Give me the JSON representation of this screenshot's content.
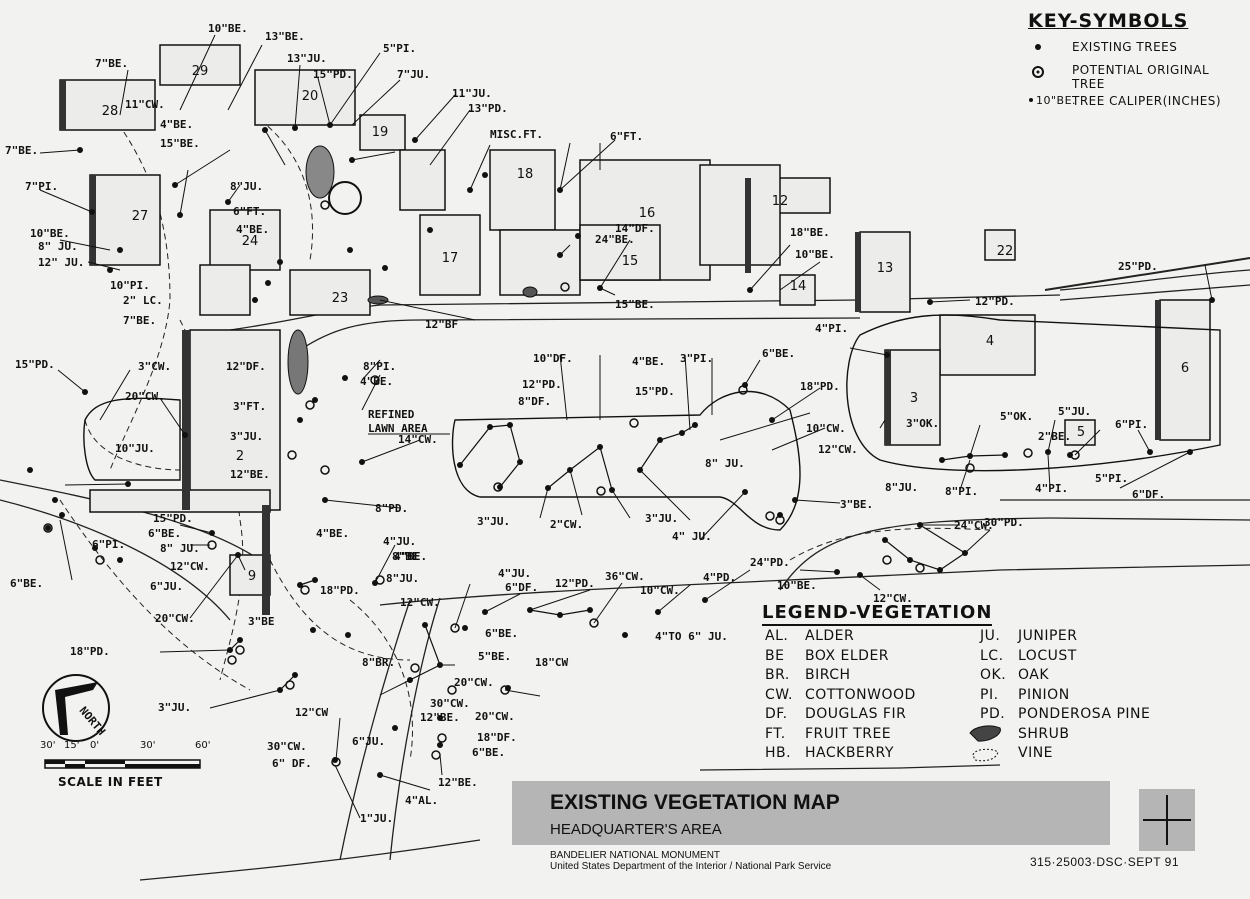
{
  "key_symbols": {
    "title": "KEY-SYMBOLS",
    "existing_trees": "EXISTING TREES",
    "potential_original_line1": "POTENTIAL ORIGINAL",
    "potential_original_line2": "TREE",
    "caliper_example": "10\"BE.",
    "caliper_text": "TREE CALIPER(INCHES)"
  },
  "legend": {
    "title": "LEGEND-VEGETATION",
    "left": [
      {
        "abbr": "AL.",
        "name": "ALDER"
      },
      {
        "abbr": "BE",
        "name": "BOX ELDER"
      },
      {
        "abbr": "BR.",
        "name": "BIRCH"
      },
      {
        "abbr": "CW.",
        "name": "COTTONWOOD"
      },
      {
        "abbr": "DF.",
        "name": "DOUGLAS FIR"
      },
      {
        "abbr": "FT.",
        "name": "FRUIT TREE"
      },
      {
        "abbr": "HB.",
        "name": "HACKBERRY"
      }
    ],
    "right": [
      {
        "abbr": "JU.",
        "name": "JUNIPER"
      },
      {
        "abbr": "LC.",
        "name": "LOCUST"
      },
      {
        "abbr": "OK.",
        "name": "OAK"
      },
      {
        "abbr": "PI.",
        "name": "PINION"
      },
      {
        "abbr": "PD.",
        "name": "PONDEROSA PINE"
      },
      {
        "abbr": "",
        "name": "SHRUB"
      },
      {
        "abbr": "",
        "name": "VINE"
      }
    ]
  },
  "title_block": {
    "title": "EXISTING VEGETATION MAP",
    "subtitle": "HEADQUARTER'S AREA",
    "agency_line1": "BANDELIER NATIONAL MONUMENT",
    "agency_line2": "United States Department of the Interior / National Park Service",
    "drawing_number": "315·25003·DSC·SEPT 91"
  },
  "scale": {
    "label": "SCALE IN FEET",
    "ticks": [
      "30'",
      "15'",
      "0'",
      "30'",
      "60'"
    ]
  },
  "north_arrow": {
    "label": "NORTH"
  },
  "area_label": "REFINED LAWN AREA",
  "building_numbers": [
    "29",
    "20",
    "19",
    "28",
    "27",
    "24",
    "23",
    "18",
    "16",
    "15",
    "17",
    "12",
    "22",
    "13",
    "14",
    "2",
    "9",
    "4",
    "3",
    "6",
    "5"
  ],
  "tree_labels": [
    "7\"BE.",
    "10\"BE.",
    "13\"BE.",
    "13\"JU.",
    "15\"PD.",
    "5\"PI.",
    "7\"JU.",
    "11\"JU.",
    "13\"PD.",
    "MISC.FT.",
    "6\"FT.",
    "4\"BE.",
    "11\"CW.",
    "15\"BE.",
    "7\"BE.",
    "7\"PI.",
    "10\"BE.",
    "8\" JU.",
    "12\" JU.",
    "10\"PI.",
    "2\" LC.",
    "7\"BE.",
    "8\"JU.",
    "6\"FT.",
    "4\"BE.",
    "24\"BE.",
    "14\"DF.",
    "18\"BE.",
    "10\"BE.",
    "25\"PD.",
    "12\"PD.",
    "15\"BE.",
    "12\"BF",
    "4\"PI.",
    "15\"PD.",
    "3\"CW.",
    "12\"DF.",
    "20\"CW.",
    "8\"PI.",
    "4\"BE.",
    "10\"JU.",
    "3\"FT.",
    "3\"JU.",
    "14\"CW.",
    "12\"BE.",
    "10\"DF.",
    "4\"BE.",
    "3\"PI.",
    "12\"PD.",
    "6\"BE.",
    "18\"PD.",
    "8\"DF.",
    "15\"PD.",
    "3\"OK.",
    "5\"OK.",
    "5\"JU.",
    "6\"PI.",
    "2\"BE.",
    "12\"CW.",
    "8\"JU.",
    "8\"PI.",
    "4\"PI.",
    "5\"PI.",
    "6\"DF.",
    "8\" JU.",
    "10\"CW.",
    "8\"PD.",
    "3\"JU.",
    "2\"CW.",
    "3\"JU.",
    "4\" JU.",
    "3\"BE.",
    "8\"BE",
    "15\"PD.",
    "6\"BE.",
    "8\" JU.",
    "6\"PI.",
    "6\"JU.",
    "6\"BE.",
    "12\"CW.",
    "3\"BE",
    "4\"JU.",
    "4\"BE.",
    "8\"JU.",
    "12\"CW.",
    "20\"CW.",
    "24\"PD.",
    "24\"CW.",
    "30\"PD.",
    "10\"BE.",
    "12\"CW.",
    "4\"JU.",
    "6\"DF.",
    "12\"PD.",
    "36\"CW.",
    "10\"CW.",
    "4\"PD.",
    "6\"BE.",
    "4\"TO 6\" JU.",
    "18\"PD.",
    "5\"BE.",
    "20\"CW.",
    "18\"CW",
    "3\"JU.",
    "8\"BR.",
    "30\"CW.",
    "12\"BE.",
    "20\"CW.",
    "18\"DF.",
    "6\"BE.",
    "12\"BE.",
    "12\"CW",
    "6\"JU.",
    "30\"CW.",
    "6\" DF.",
    "4\"AL.",
    "1\"JU.",
    "4\"BE.",
    "18\"PD."
  ]
}
